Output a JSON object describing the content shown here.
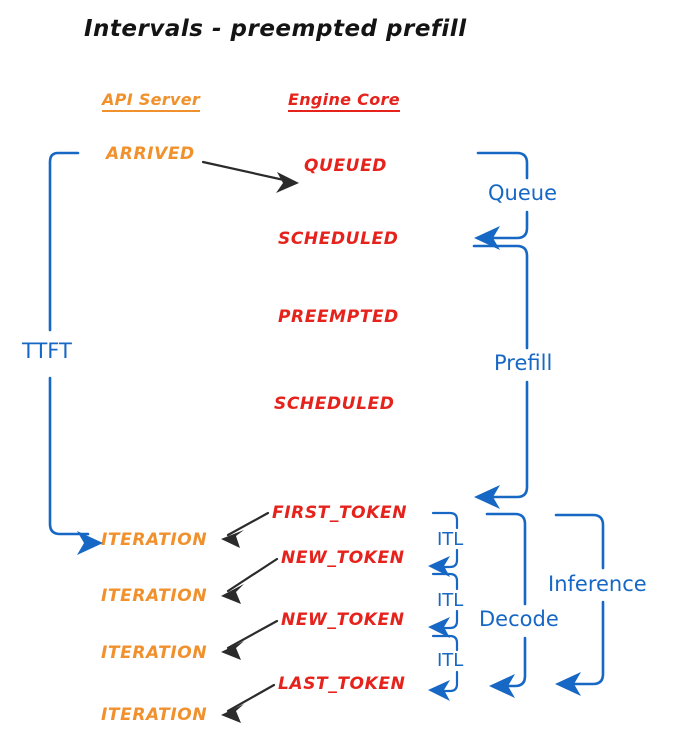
{
  "title": "Intervals - preempted prefill",
  "colors": {
    "api_server": "#F0912D",
    "engine_core": "#E5231C",
    "interval": "#1668C4",
    "arrow": "#2b2b2b",
    "background": "#ffffff"
  },
  "columns": [
    {
      "id": "api-server",
      "label": "API Server",
      "color": "#F0912D"
    },
    {
      "id": "engine-core",
      "label": "Engine Core",
      "color": "#E5231C"
    }
  ],
  "api_events": [
    {
      "label": "ARRIVED"
    },
    {
      "label": "ITERATION"
    },
    {
      "label": "ITERATION"
    },
    {
      "label": "ITERATION"
    },
    {
      "label": "ITERATION"
    }
  ],
  "engine_events": [
    {
      "label": "QUEUED"
    },
    {
      "label": "SCHEDULED"
    },
    {
      "label": "PREEMPTED"
    },
    {
      "label": "SCHEDULED"
    },
    {
      "label": "FIRST_TOKEN"
    },
    {
      "label": "NEW_TOKEN"
    },
    {
      "label": "NEW_TOKEN"
    },
    {
      "label": "LAST_TOKEN"
    }
  ],
  "intervals": [
    {
      "id": "ttft",
      "label": "TTFT"
    },
    {
      "id": "queue",
      "label": "Queue"
    },
    {
      "id": "prefill",
      "label": "Prefill"
    },
    {
      "id": "itl-1",
      "label": "ITL"
    },
    {
      "id": "itl-2",
      "label": "ITL"
    },
    {
      "id": "itl-3",
      "label": "ITL"
    },
    {
      "id": "decode",
      "label": "Decode"
    },
    {
      "id": "inference",
      "label": "Inference"
    }
  ]
}
